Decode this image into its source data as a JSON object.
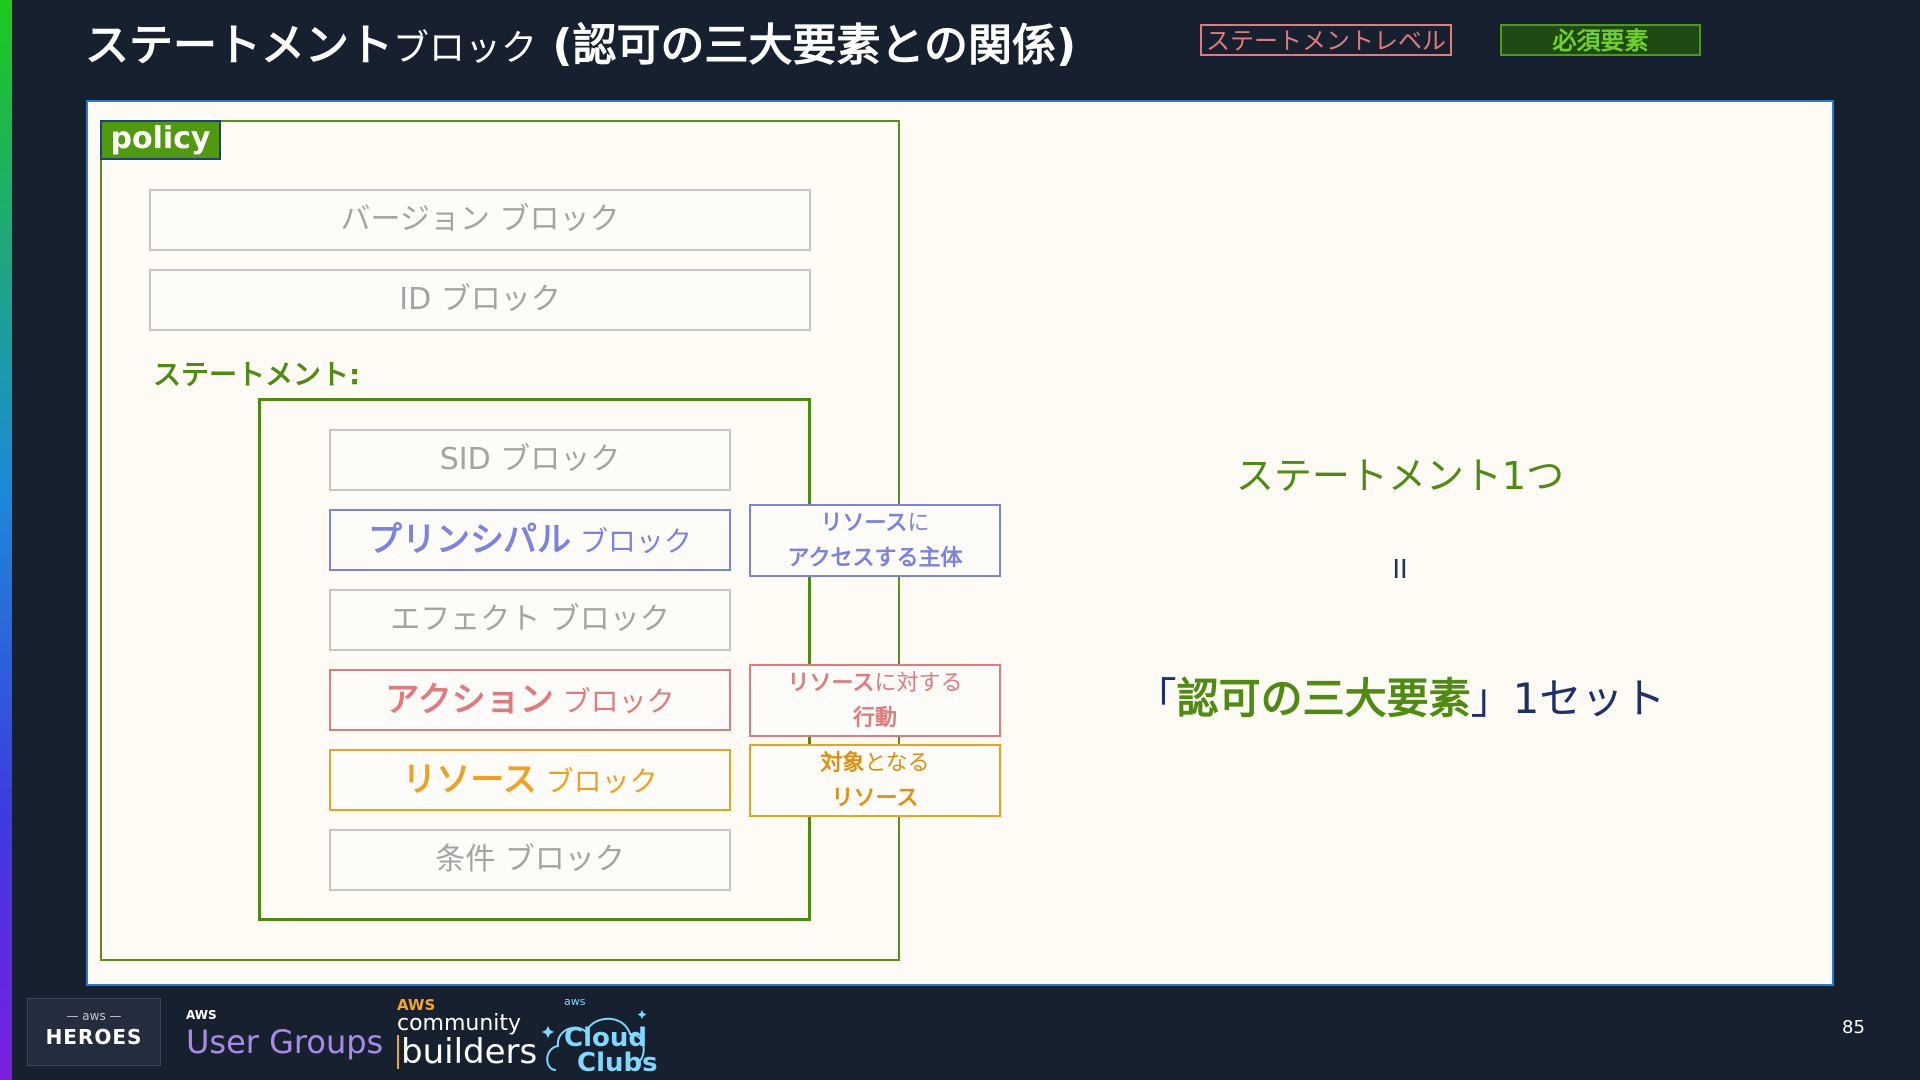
{
  "title": {
    "main": "ステートメント",
    "small": "ブロック",
    "rest": " (認可の三大要素との関係)"
  },
  "legend": {
    "statement_level": "ステートメントレベル",
    "required": "必須要素"
  },
  "policy": {
    "tag": "policy",
    "version_block": "バージョン ブロック",
    "id_block": "ID ブロック",
    "statement_label": "ステートメント:",
    "blocks": {
      "sid": "SID ブロック",
      "principal": {
        "name": "プリンシパル",
        "suffix": " ブロック"
      },
      "effect": "エフェクト ブロック",
      "action": {
        "name": "アクション",
        "suffix": " ブロック"
      },
      "resource": {
        "name": "リソース",
        "suffix": " ブロック"
      },
      "condition": "条件 ブロック"
    }
  },
  "notes": {
    "principal": {
      "line1_bold": "リソース",
      "line1_rest": "に",
      "line2": "アクセスする主体"
    },
    "action": {
      "line1_bold": "リソース",
      "line1_rest": "に対する",
      "line2": "行動"
    },
    "resource": {
      "line1_bold": "対象",
      "line1_rest": "となる",
      "line2": "リソース"
    }
  },
  "right": {
    "line1": "ステートメント1つ",
    "equals": "II",
    "open_quote": "「",
    "highlight": "認可の三大要素",
    "close_quote": "」",
    "suffix": "1セット"
  },
  "footer": {
    "heroes": {
      "aws": "— aws —",
      "name": "HEROES"
    },
    "user_groups": {
      "aws": "AWS",
      "name": "User Groups"
    },
    "community_builders": {
      "aws": "AWS",
      "line2": "community",
      "line3": "builders"
    },
    "cloud_clubs": {
      "aws": "aws",
      "line1": "Cloud",
      "line2": "Clubs"
    },
    "page_number": "85"
  },
  "colors": {
    "background": "#17202f",
    "panel": "#fdfbf4",
    "green": "#4f8a12",
    "principal": "#7b82e0",
    "action": "#e07a7e",
    "resource": "#f0a020",
    "grey": "#a4a4a4"
  }
}
